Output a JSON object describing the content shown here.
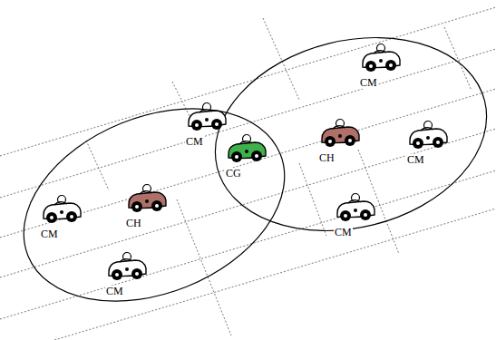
{
  "diagram": {
    "nodes": [
      {
        "text": [
          "CM"
        ]
      },
      {
        "text": [
          "CM"
        ]
      },
      {
        "text": [
          "CH"
        ]
      },
      {
        "text": [
          "CM"
        ]
      },
      {
        "text": [
          "CG"
        ]
      },
      {
        "text": [
          "CH"
        ]
      },
      {
        "text": [
          "CM"
        ]
      },
      {
        "text": [
          "CM"
        ]
      },
      {
        "text": [
          "CM"
        ]
      }
    ]
  }
}
